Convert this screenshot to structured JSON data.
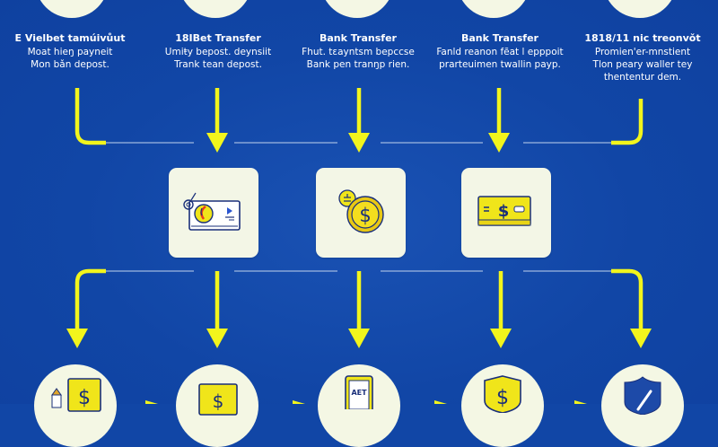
{
  "diagram": {
    "colors": {
      "background": "#1146a6",
      "arrow": "#f2f51c",
      "connector_line": "#9fb8e0",
      "card": "#f3f6e6",
      "icon_yellow": "#f0e51a",
      "icon_navy": "#1a2f7a"
    },
    "steps": [
      {
        "title": "E Vielbet tamúivůut",
        "line1": "Moat hieŋ payneit",
        "line2": "Mon bǎn depost.",
        "line3": ""
      },
      {
        "title": "18IBet Transfer",
        "line1": "Umiŧy bepost. deynsiit",
        "line2": "Trank tean depost.",
        "line3": ""
      },
      {
        "title": "Bank Transfer",
        "line1": "Fhut. tɛaynts​m bepccse",
        "line2": "Bank pen tranŋp rien.",
        "line3": ""
      },
      {
        "title": "Bank Transfer",
        "line1": "Fanld reanon fẽat l epppoit",
        "line2": "prarteuimen twallin payp.",
        "line3": ""
      },
      {
        "title": "1818/11 nic treonvǒt",
        "line1": "Promien'er-mnstient",
        "line2": "Tlon peary waller tey",
        "line3": "thententur dem."
      }
    ],
    "middle_cards": [
      {
        "icon": "card-with-coin-icon"
      },
      {
        "icon": "dollar-coins-icon"
      },
      {
        "icon": "cash-card-icon"
      }
    ],
    "bottom_nodes": [
      {
        "icon": "banknote-dollar-icon"
      },
      {
        "icon": "cash-register-icon"
      },
      {
        "icon": "mobile-phone-icon",
        "label": "АЕТ"
      },
      {
        "icon": "shield-dollar-icon"
      },
      {
        "icon": "shield-check-icon"
      }
    ]
  }
}
